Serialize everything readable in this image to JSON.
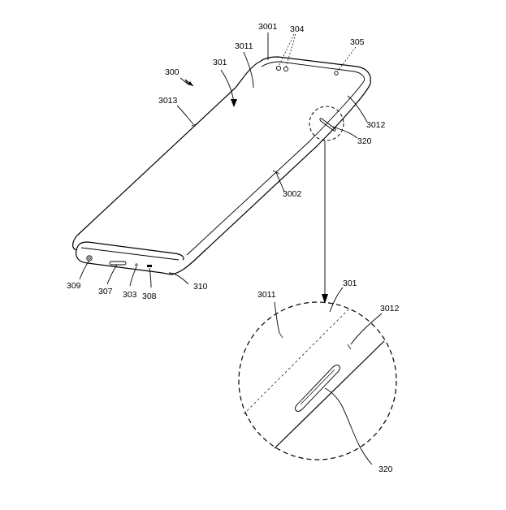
{
  "labels": {
    "device": "300",
    "front_plate": "301",
    "camera_holes": "304",
    "sensor": "305",
    "top_edge": "3001",
    "side_edge": "3002",
    "front_region": "3011",
    "curved_region": "3012",
    "left_edge": "3013",
    "key_button": "320",
    "connector_hole": "309",
    "speaker_hole": "307",
    "microphone_hole": "303",
    "port_hole": "308",
    "bottom_edge": "310"
  },
  "detail_labels": {
    "front_plate": "301",
    "front_region": "3011",
    "curved_region": "3012",
    "key_button": "320"
  },
  "colors": {
    "line": "#000000",
    "background": "#ffffff"
  }
}
